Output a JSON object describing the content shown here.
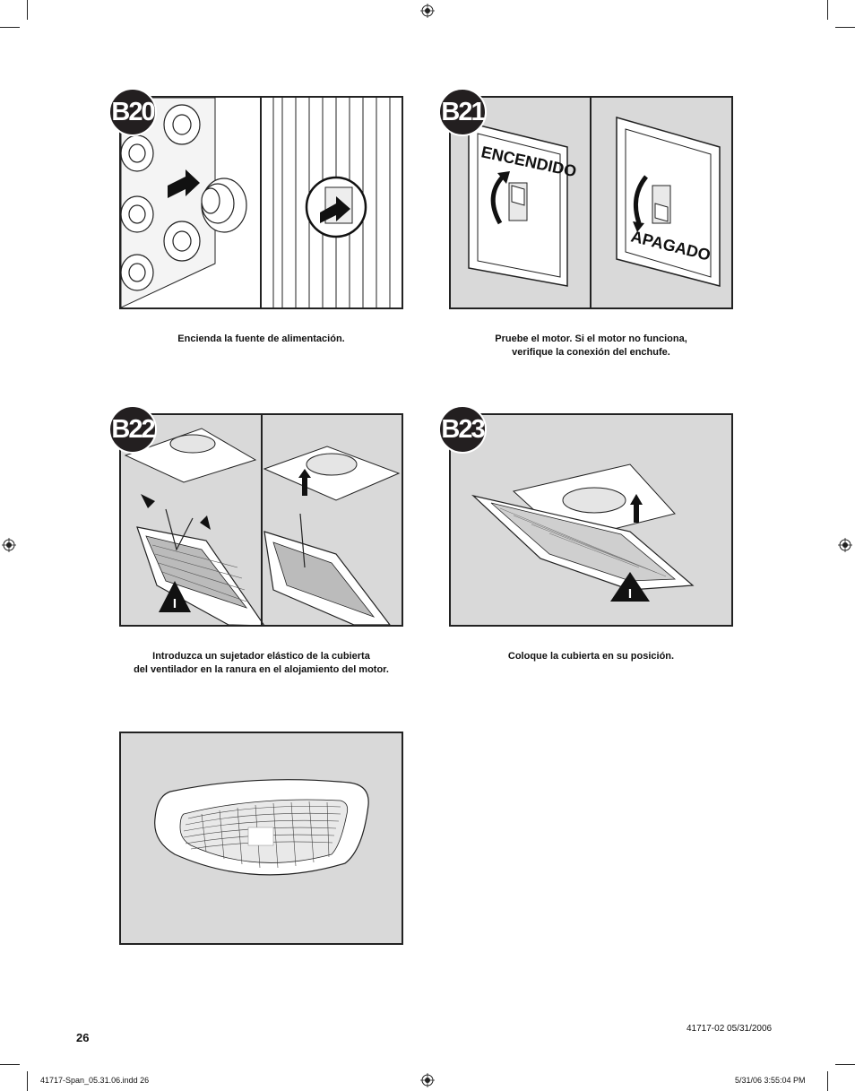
{
  "steps": {
    "b20": {
      "label": "B20",
      "caption_lines": [
        "Encienda la fuente de alimentación."
      ]
    },
    "b21": {
      "label": "B21",
      "caption_lines": [
        "Pruebe el motor. Si el motor no funciona,",
        "verifique la conexión del enchufe."
      ],
      "switch_on_label": "ENCENDIDO",
      "switch_off_label": "APAGADO"
    },
    "b22": {
      "label": "B22",
      "caption_lines": [
        "Introduzca un sujetador elástico de la cubierta",
        "del ventilador en la ranura en el alojamiento del motor."
      ],
      "marker": "I"
    },
    "b23": {
      "label": "B23",
      "caption_lines": [
        "Coloque la cubierta en su posición."
      ],
      "marker": "I"
    }
  },
  "page_number": "26",
  "doc_code": "41717-02  05/31/2006",
  "slug": {
    "file": "41717-Span_05.31.06.indd   26",
    "timestamp": "5/31/06   3:55:04 PM"
  },
  "colors": {
    "panel_bg": "#d9d9d9",
    "badge_bg": "#231f20",
    "line": "#222222"
  }
}
